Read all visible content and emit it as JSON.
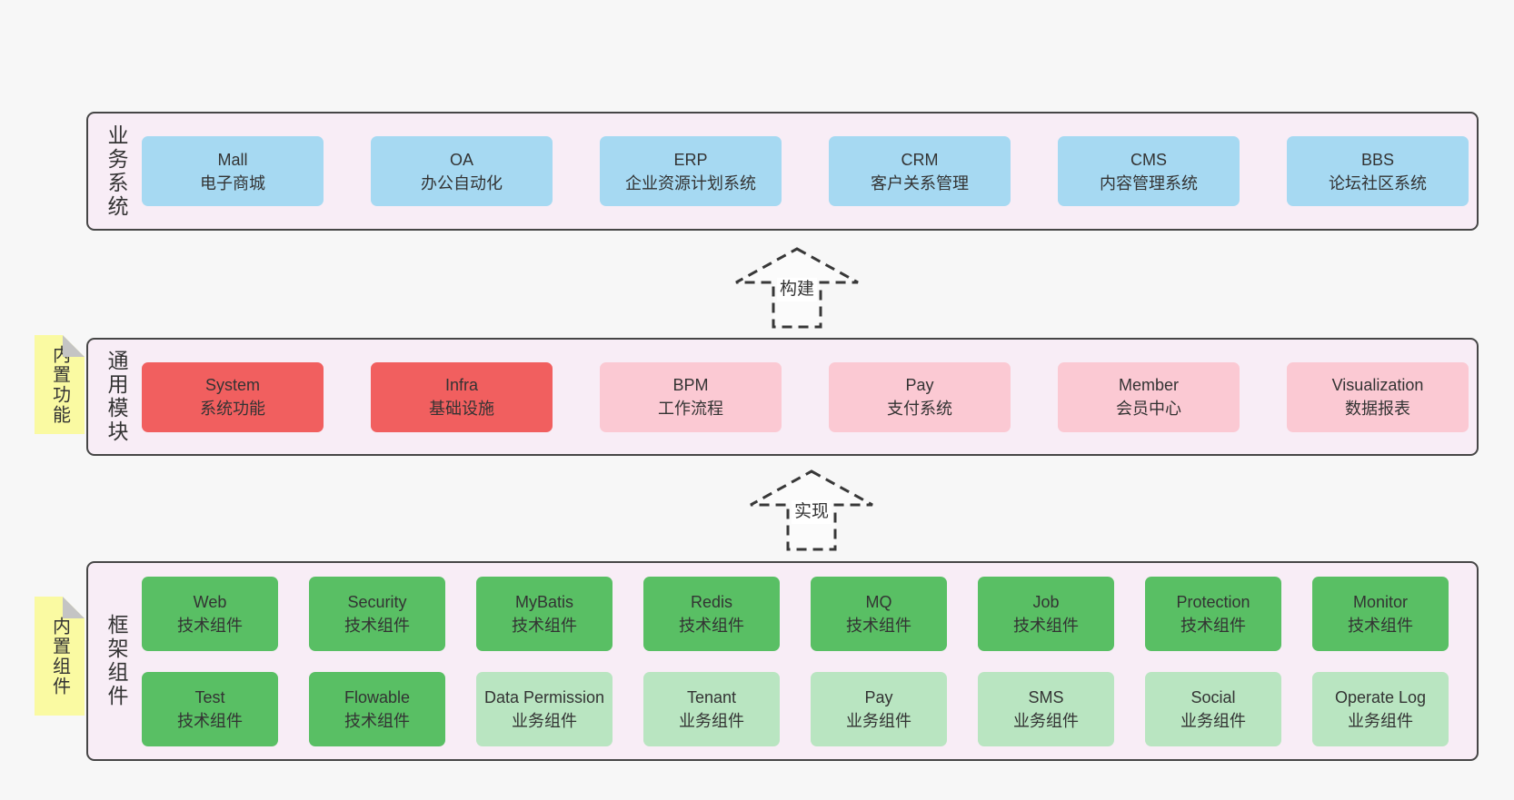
{
  "colors": {
    "page_bg": "#f7f7f7",
    "band_bg": "#f8edf6",
    "band_border": "#464646",
    "blue": "#a6d9f2",
    "red": "#f15f5f",
    "pink": "#fbc9d3",
    "green": "#59bf64",
    "lightgreen": "#b9e5c1",
    "yellow": "#fafaa2",
    "fold": "#c4c4c4",
    "dash": "#383838",
    "text": "#333333"
  },
  "bands": [
    {
      "label": "业务系统",
      "boxes": [
        {
          "title": "Mall",
          "subtitle": "电子商城",
          "color": "blue"
        },
        {
          "title": "OA",
          "subtitle": "办公自动化",
          "color": "blue"
        },
        {
          "title": "ERP",
          "subtitle": "企业资源计划系统",
          "color": "blue"
        },
        {
          "title": "CRM",
          "subtitle": "客户关系管理",
          "color": "blue"
        },
        {
          "title": "CMS",
          "subtitle": "内容管理系统",
          "color": "blue"
        },
        {
          "title": "BBS",
          "subtitle": "论坛社区系统",
          "color": "blue"
        }
      ]
    },
    {
      "label": "通用模块",
      "note": "内置功能",
      "boxes": [
        {
          "title": "System",
          "subtitle": "系统功能",
          "color": "red"
        },
        {
          "title": "Infra",
          "subtitle": "基础设施",
          "color": "red"
        },
        {
          "title": "BPM",
          "subtitle": "工作流程",
          "color": "pink"
        },
        {
          "title": "Pay",
          "subtitle": "支付系统",
          "color": "pink"
        },
        {
          "title": "Member",
          "subtitle": "会员中心",
          "color": "pink"
        },
        {
          "title": "Visualization",
          "subtitle": "数据报表",
          "color": "pink"
        }
      ]
    },
    {
      "label": "框架组件",
      "note": "内置组件",
      "boxes": [
        {
          "title": "Web",
          "subtitle": "技术组件",
          "color": "green"
        },
        {
          "title": "Security",
          "subtitle": "技术组件",
          "color": "green"
        },
        {
          "title": "MyBatis",
          "subtitle": "技术组件",
          "color": "green"
        },
        {
          "title": "Redis",
          "subtitle": "技术组件",
          "color": "green"
        },
        {
          "title": "MQ",
          "subtitle": "技术组件",
          "color": "green"
        },
        {
          "title": "Job",
          "subtitle": "技术组件",
          "color": "green"
        },
        {
          "title": "Protection",
          "subtitle": "技术组件",
          "color": "green"
        },
        {
          "title": "Monitor",
          "subtitle": "技术组件",
          "color": "green"
        },
        {
          "title": "Test",
          "subtitle": "技术组件",
          "color": "green"
        },
        {
          "title": "Flowable",
          "subtitle": "技术组件",
          "color": "green"
        },
        {
          "title": "Data Permission",
          "subtitle": "业务组件",
          "color": "lightgreen"
        },
        {
          "title": "Tenant",
          "subtitle": "业务组件",
          "color": "lightgreen"
        },
        {
          "title": "Pay",
          "subtitle": "业务组件",
          "color": "lightgreen"
        },
        {
          "title": "SMS",
          "subtitle": "业务组件",
          "color": "lightgreen"
        },
        {
          "title": "Social",
          "subtitle": "业务组件",
          "color": "lightgreen"
        },
        {
          "title": "Operate Log",
          "subtitle": "业务组件",
          "color": "lightgreen"
        }
      ]
    }
  ],
  "arrows": [
    {
      "label": "构建"
    },
    {
      "label": "实现"
    }
  ]
}
